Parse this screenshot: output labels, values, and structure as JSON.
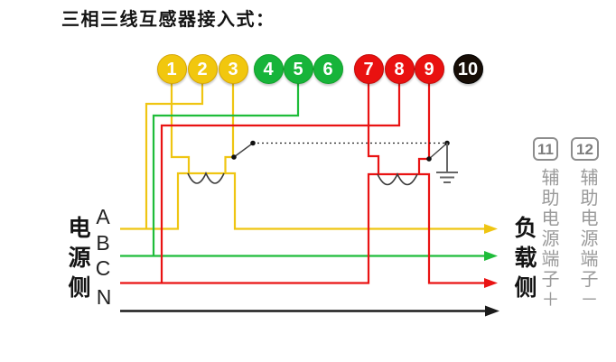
{
  "title": "三相三线互感器接入式：",
  "terminals": [
    {
      "id": "1",
      "group": "phase-a-yellow"
    },
    {
      "id": "2",
      "group": "phase-a-yellow"
    },
    {
      "id": "3",
      "group": "phase-a-yellow"
    },
    {
      "id": "4",
      "group": "phase-b-green"
    },
    {
      "id": "5",
      "group": "phase-b-green"
    },
    {
      "id": "6",
      "group": "phase-b-green"
    },
    {
      "id": "7",
      "group": "phase-c-red"
    },
    {
      "id": "8",
      "group": "phase-c-red"
    },
    {
      "id": "9",
      "group": "phase-c-red"
    },
    {
      "id": "10",
      "group": "black"
    }
  ],
  "source_side": {
    "label": "电源侧",
    "phases": [
      "A",
      "B",
      "C",
      "N"
    ]
  },
  "load_side": {
    "label": "负载侧"
  },
  "aux_terminals": [
    {
      "id": "11",
      "label": "辅助电源端子＋"
    },
    {
      "id": "12",
      "label": "辅助电源端子－"
    }
  ],
  "colors": {
    "phase_a": "#EFC512",
    "phase_b": "#1FBC3A",
    "phase_c": "#E91313",
    "neutral": "#1B1B1B",
    "aux_gray": "#8D8D8D"
  },
  "symbols": [
    "current-transformer",
    "current-transformer",
    "ground",
    "earth-link-switches"
  ]
}
